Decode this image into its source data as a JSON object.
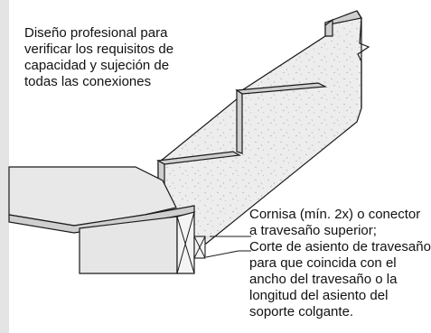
{
  "annotations": {
    "design_note": {
      "lines": [
        "Diseño profesional para",
        "verificar los requisitos de",
        "capacidad y sujeción de",
        "todas las conexiones"
      ]
    },
    "connection_note": {
      "lines": [
        "Cornisa (mín. 2x) o conector",
        "a travesaño superior;",
        "Corte de asiento de travesaño",
        "para que coincida con el",
        "ancho del travesaño o la",
        "longitud del asiento del",
        "soporte colgante."
      ]
    }
  },
  "colors": {
    "stair_fill": "#ededed",
    "tread_fill": "#cfcfcf",
    "stroke": "#1a1a1a",
    "left_bar": "#e4e4e4",
    "beam_fill": "#e6e6e6"
  }
}
